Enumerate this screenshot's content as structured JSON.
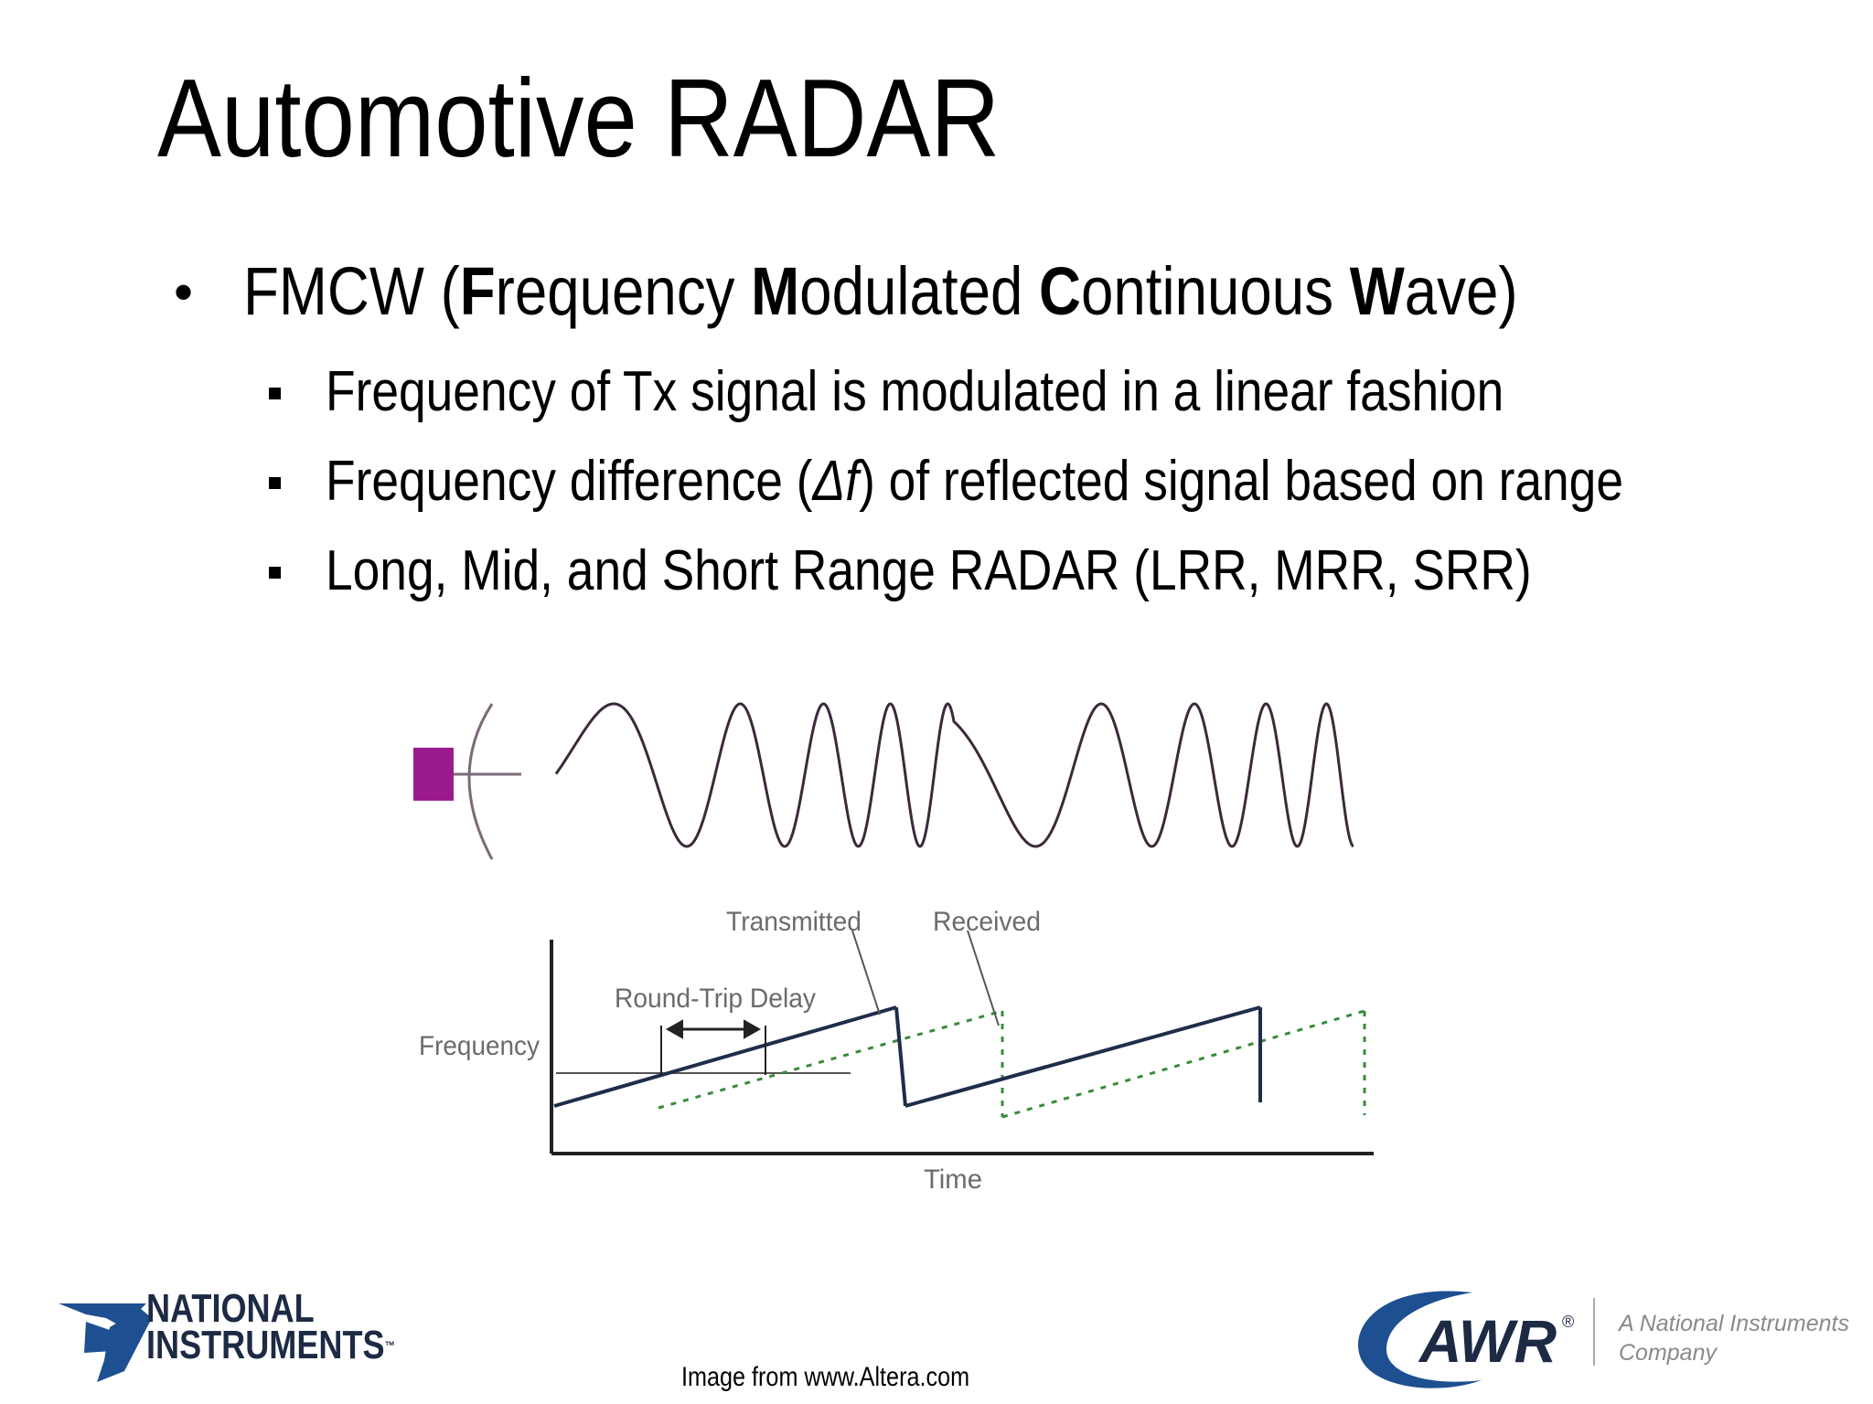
{
  "slide": {
    "title": "Automotive RADAR",
    "bullet": {
      "acronym": "FMCW",
      "open": " (",
      "w1_bold": "F",
      "w1_rest": "requency ",
      "w2_bold": "M",
      "w2_rest": "odulated ",
      "w3_bold": "C",
      "w3_rest": "ontinuous ",
      "w4_bold": "W",
      "w4_rest": "ave)"
    },
    "subbullets": {
      "s1": "Frequency of Tx signal is modulated in a linear fashion",
      "s2_pre": "Frequency difference (",
      "s2_italic": "Δf",
      "s2_post": ") of reflected signal based on range",
      "s3": "Long, Mid, and Short Range RADAR (LRR, MRR, SRR)"
    },
    "credit": "Image from www.Altera.com"
  },
  "figure": {
    "label_transmitted": "Transmitted",
    "label_received": "Received",
    "label_delay": "Round-Trip Delay",
    "label_frequency": "Frequency",
    "label_time": "Time",
    "antenna_color": "#9b1b8e",
    "wave_color": "#3a2a3a",
    "transmitted_color": "#1f2d4a",
    "received_color": "#3a8a3a"
  },
  "logos": {
    "ni_line1": "NATIONAL",
    "ni_line2": "INSTRUMENTS",
    "ni_tm": "™",
    "awr_text": "AWR",
    "awr_reg": "®",
    "awr_tag_line1": "A National Instruments",
    "awr_tag_line2": "Company",
    "ni_color": "#1d4f91",
    "awr_color": "#1d4f91"
  }
}
